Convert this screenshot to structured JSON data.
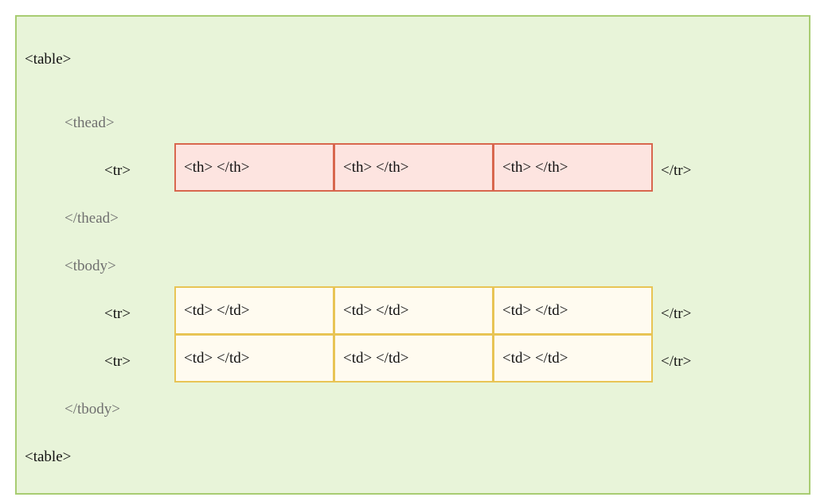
{
  "diagram": {
    "table_open": "<table>",
    "table_close": "<table>",
    "thead_open": "<thead>",
    "thead_close": "</thead>",
    "tbody_open": "<tbody>",
    "tbody_close": "</tbody>",
    "header_row": {
      "tr_open": "<tr>",
      "tr_close": "</tr>",
      "cells": [
        "<th> </th>",
        "<th> </th>",
        "<th> </th>"
      ]
    },
    "body_rows": [
      {
        "tr_open": "<tr>",
        "tr_close": "</tr>",
        "cells": [
          "<td> </td>",
          "<td> </td>",
          "<td> </td>"
        ]
      },
      {
        "tr_open": "<tr>",
        "tr_close": "</tr>",
        "cells": [
          "<td> </td>",
          "<td> </td>",
          "<td> </td>"
        ]
      }
    ]
  },
  "colors": {
    "frame_bg": "#e8f4d9",
    "frame_border": "#a8cc72",
    "th_bg": "#fde4e0",
    "th_border": "#d8674e",
    "td_bg": "#fffbf0",
    "td_border": "#e8c455"
  }
}
